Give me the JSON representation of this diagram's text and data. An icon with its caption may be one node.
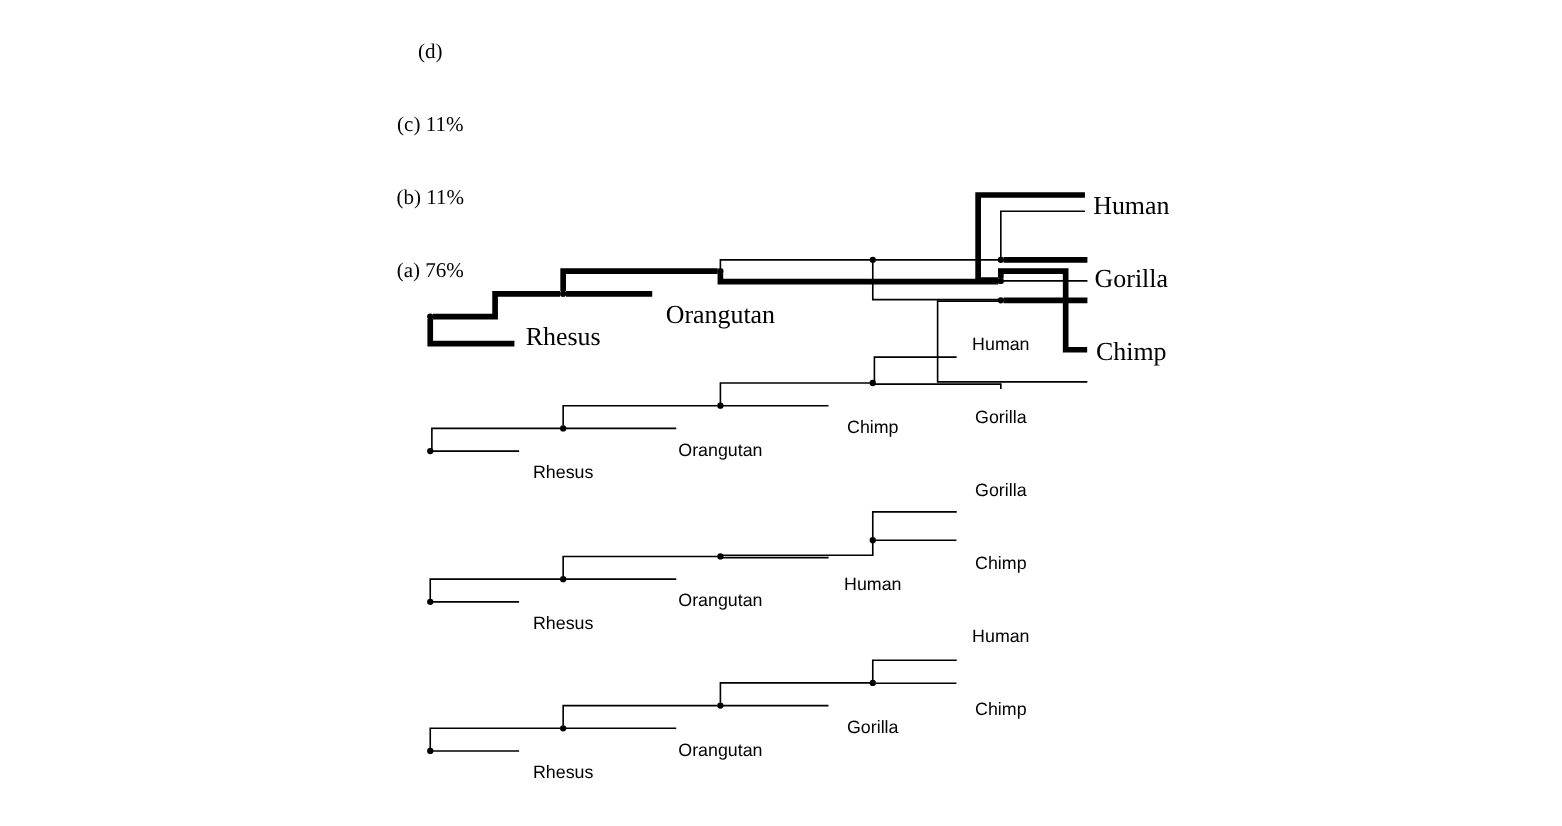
{
  "diagram": {
    "nodes": [
      {
        "text": [],
        "shape": "point"
      },
      {
        "text": [],
        "shape": "point"
      },
      {
        "text": [],
        "shape": "point"
      },
      {
        "text": [],
        "shape": "point"
      },
      {
        "text": [
          "Human"
        ]
      },
      {
        "text": [
          "Chimp"
        ]
      },
      {
        "text": [
          "Gorilla"
        ]
      },
      {
        "text": [
          "Orangutan"
        ]
      },
      {
        "text": [
          "Rhesus"
        ]
      },
      {
        "text": [],
        "shape": "point"
      },
      {
        "text": [],
        "shape": "point"
      },
      {
        "text": [],
        "shape": "point"
      },
      {
        "text": [],
        "shape": "point"
      },
      {
        "text": [
          "Gorilla"
        ]
      },
      {
        "text": [
          "Chimp"
        ]
      },
      {
        "text": [
          "Human"
        ]
      },
      {
        "text": [
          "Orangutan"
        ]
      },
      {
        "text": [
          "Rhesus"
        ]
      },
      {
        "text": [],
        "shape": "point"
      },
      {
        "text": [],
        "shape": "point"
      },
      {
        "text": [],
        "shape": "point"
      },
      {
        "text": [],
        "shape": "point"
      },
      {
        "text": [
          "Human"
        ]
      },
      {
        "text": [
          "Gorilla"
        ]
      },
      {
        "text": [
          "Chimp"
        ]
      },
      {
        "text": [
          "Orangutan"
        ]
      },
      {
        "text": [
          "Rhesus"
        ]
      },
      {
        "text": [],
        "shape": "point"
      },
      {
        "text": [],
        "shape": "point"
      },
      {
        "text": [],
        "shape": "point"
      },
      {
        "text": [],
        "shape": "point"
      },
      {
        "text": [],
        "shape": "point"
      },
      {
        "text": [],
        "shape": "point"
      },
      {
        "text": [],
        "shape": "point"
      },
      {
        "text": [
          "Human"
        ]
      },
      {
        "text": [
          "Chimp"
        ]
      },
      {
        "text": [
          "Gorilla"
        ]
      },
      {
        "text": [
          "Orangutan"
        ]
      },
      {
        "text": [
          "Rhesus"
        ]
      }
    ],
    "edges": [
      {
        "from": 0,
        "to": 8,
        "arrow": "none"
      },
      {
        "from": 0,
        "to": 1,
        "arrow": "none"
      },
      {
        "from": 1,
        "to": 7,
        "arrow": "none"
      },
      {
        "from": 1,
        "to": 2,
        "arrow": "none"
      },
      {
        "from": 2,
        "to": 6,
        "arrow": "none"
      },
      {
        "from": 2,
        "to": 3,
        "arrow": "none"
      },
      {
        "from": 3,
        "to": 4,
        "arrow": "none"
      },
      {
        "from": 3,
        "to": 5,
        "arrow": "none"
      },
      {
        "from": 9,
        "to": 17,
        "arrow": "none"
      },
      {
        "from": 9,
        "to": 10,
        "arrow": "none"
      },
      {
        "from": 10,
        "to": 16,
        "arrow": "none"
      },
      {
        "from": 10,
        "to": 11,
        "arrow": "none"
      },
      {
        "from": 11,
        "to": 15,
        "arrow": "none"
      },
      {
        "from": 11,
        "to": 12,
        "arrow": "none"
      },
      {
        "from": 12,
        "to": 13,
        "arrow": "none"
      },
      {
        "from": 12,
        "to": 14,
        "arrow": "none"
      },
      {
        "from": 18,
        "to": 26,
        "arrow": "none"
      },
      {
        "from": 18,
        "to": 19,
        "arrow": "none"
      },
      {
        "from": 19,
        "to": 25,
        "arrow": "none"
      },
      {
        "from": 19,
        "to": 20,
        "arrow": "none"
      },
      {
        "from": 20,
        "to": 24,
        "arrow": "none"
      },
      {
        "from": 20,
        "to": 21,
        "arrow": "none"
      },
      {
        "from": 21,
        "to": 22,
        "arrow": "none"
      },
      {
        "from": 21,
        "to": 23,
        "arrow": "none"
      },
      {
        "from": 27,
        "to": 38,
        "arrow": "none",
        "style": "thick"
      },
      {
        "from": 27,
        "to": 28,
        "arrow": "none",
        "style": "thick"
      },
      {
        "from": 28,
        "to": 37,
        "arrow": "none",
        "style": "thick"
      },
      {
        "from": 28,
        "to": 29,
        "arrow": "none",
        "style": "thick"
      },
      {
        "from": 29,
        "to": 30,
        "arrow": "none",
        "style": "thick"
      },
      {
        "from": 29,
        "to": 31,
        "arrow": "none"
      },
      {
        "from": 31,
        "to": 32,
        "arrow": "none"
      },
      {
        "from": 31,
        "to": 33,
        "arrow": "none"
      },
      {
        "from": 30,
        "to": 34,
        "arrow": "none",
        "style": "thick"
      },
      {
        "from": 30,
        "to": 35,
        "arrow": "none",
        "style": "thick"
      },
      {
        "from": 30,
        "to": 36,
        "arrow": "none"
      },
      {
        "from": 32,
        "to": 36,
        "arrow": "none",
        "style": "thick"
      },
      {
        "from": 32,
        "to": 34,
        "arrow": "none"
      },
      {
        "from": 33,
        "to": 36,
        "arrow": "none",
        "style": "thick"
      },
      {
        "from": 33,
        "to": 35,
        "arrow": "none"
      }
    ],
    "labels": [
      "(a) 76%",
      "(b) 11%",
      "(c) 11%",
      "(d)"
    ]
  }
}
